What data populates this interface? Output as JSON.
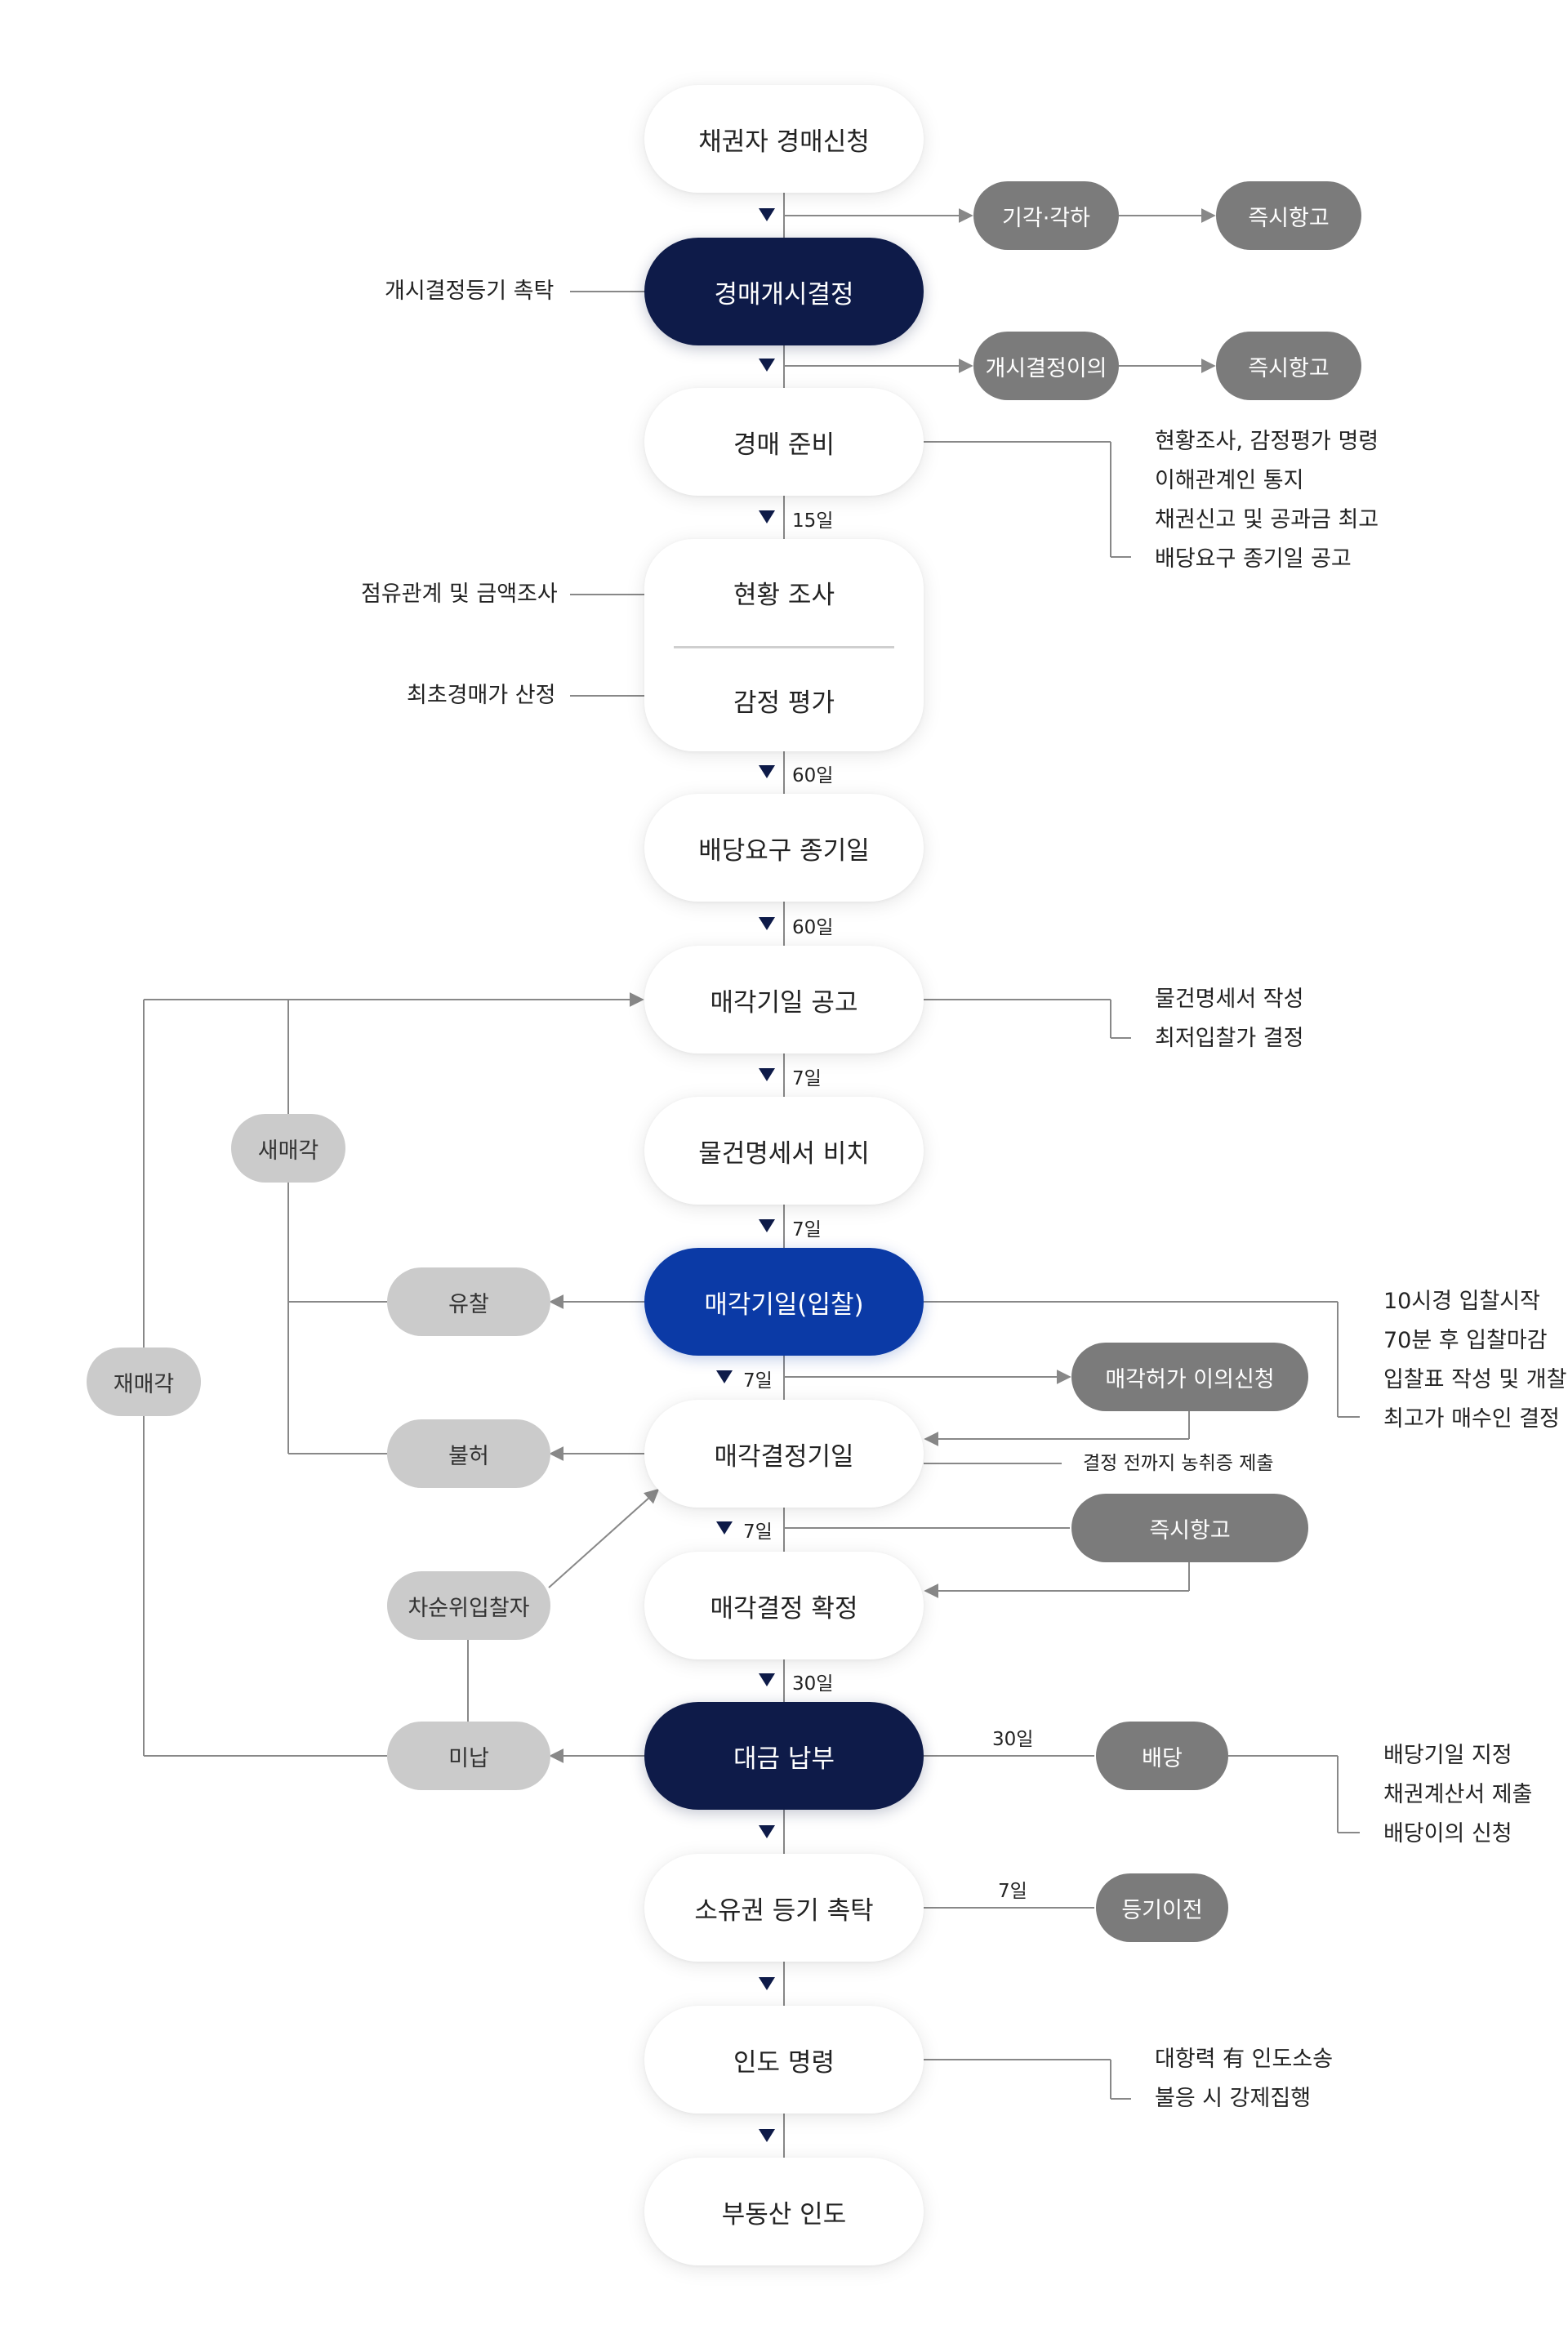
{
  "nodes": {
    "n1": "채권자 경매신청",
    "n2": "경매개시결정",
    "n3": "경매 준비",
    "n4a": "현황 조사",
    "n4b": "감정 평가",
    "n5": "배당요구 종기일",
    "n6": "매각기일 공고",
    "n7": "물건명세서 비치",
    "n8": "매각기일(입찰)",
    "n9": "매각결정기일",
    "n10": "매각결정 확정",
    "n11": "대금 납부",
    "n12": "소유권 등기 촉탁",
    "n13": "인도 명령",
    "n14": "부동산 인도"
  },
  "pills": {
    "gigak": "기각·각하",
    "jeuksi1": "즉시항고",
    "gaesi_iui": "개시결정이의",
    "jeuksi2": "즉시항고",
    "maegak_iui": "매각허가 이의신청",
    "jeuksi3": "즉시항고",
    "baedang": "배당",
    "deunggi": "등기이전",
    "saemaegak": "새매각",
    "jaemaegak": "재매각",
    "yuchal": "유찰",
    "bulheo": "불허",
    "chasun": "차순위입찰자",
    "minap": "미납"
  },
  "notes": {
    "left_gaesi": "개시결정등기 촉탁",
    "left_jeomyu": "점유관계 및 금액조사",
    "left_choecho": "최초경매가 산정",
    "prep": [
      "현황조사, 감정평가 명령",
      "이해관계인 통지",
      "채권신고 및 공과금 최고",
      "배당요구 종기일 공고"
    ],
    "gonggo": [
      "물건명세서 작성",
      "최저입찰가 결정"
    ],
    "ipchal": [
      "10시경 입찰시작",
      "70분 후 입찰마감",
      "입찰표 작성 및 개찰",
      "최고가 매수인 결정"
    ],
    "gyeoljeong": "결정 전까지 농취증 제출",
    "baedang": [
      "배당기일 지정",
      "채권계산서 제출",
      "배당이의 신청"
    ],
    "indo": [
      "대항력 有 인도소송",
      "불응 시 강제집행"
    ]
  },
  "intervals": {
    "d15": "15일",
    "d60a": "60일",
    "d60b": "60일",
    "d7a": "7일",
    "d7b": "7일",
    "d7c": "7일",
    "d7d": "7일",
    "d30": "30일",
    "d30b": "30일",
    "d7e": "7일"
  }
}
